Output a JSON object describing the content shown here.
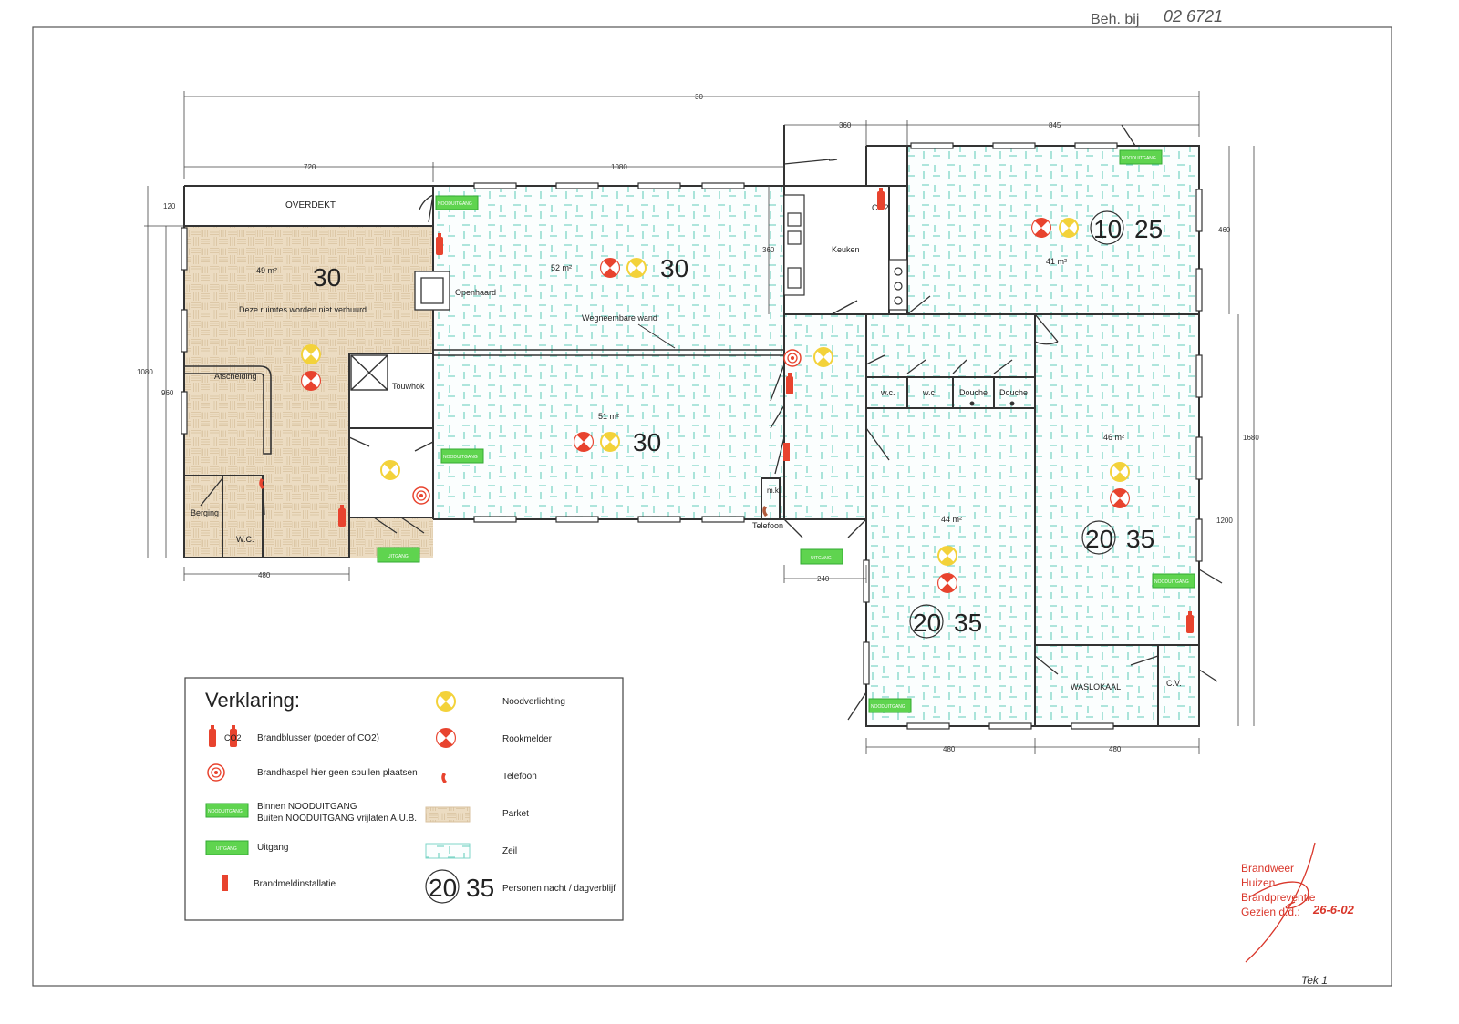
{
  "header": {
    "beh": "Beh. bij",
    "beh_number": "02 6721"
  },
  "dimensions": {
    "total_width": "30",
    "d720": "720",
    "d1080_top": "1080",
    "d360": "360",
    "d845": "845",
    "d120": "120",
    "d1080_left": "1080",
    "d960": "960",
    "d480_left": "480",
    "d240": "240",
    "d360_keuken": "360",
    "d460": "460",
    "d1680": "1680",
    "d1200": "1200",
    "d480_a": "480",
    "d480_b": "480"
  },
  "rooms": {
    "overdekt": "OVERDEKT",
    "parket_area": "49 m²",
    "parket_persons": "30",
    "parket_note": "Deze ruimtes worden niet verhuurd",
    "afscheiding": "Afscheiding",
    "berging": "Berging",
    "wc_left": "W.C.",
    "touwhok": "Touwhok",
    "openhaard": "Openhaard",
    "wegneembare_wand": "Wegneembare wand",
    "room52_area": "52 m²",
    "room52_persons": "30",
    "room51_area": "51 m²",
    "room51_persons": "30",
    "keuken": "Keuken",
    "co2": "CO2",
    "room41_area": "41 m²",
    "room41_night": "10",
    "room41_day": "25",
    "wc1": "w.c.",
    "wc2": "w.c.",
    "douche1": "Douche",
    "douche2": "Douche",
    "mk": "m.k.",
    "telefoon": "Telefoon",
    "room44_area": "44 m²",
    "room44_night": "20",
    "room44_day": "35",
    "room46_area": "46 m²",
    "room46_night": "20",
    "room46_day": "35",
    "waslokaal": "WASLOKAAL",
    "cv": "C.V."
  },
  "signs": {
    "nooduitgang": "NOODUITGANG",
    "uitgang": "UITGANG"
  },
  "legend": {
    "title": "Verklaring:",
    "brandblusser_co2": "CO2",
    "brandblusser": "Brandblusser (poeder of CO2)",
    "brandhaspel": "Brandhaspel hier geen spullen plaatsen",
    "nooduitgang_line1": "Binnen NOODUITGANG",
    "nooduitgang_line2": "Buiten NOODUITGANG vrijlaten A.U.B.",
    "uitgang": "Uitgang",
    "brandmeld": "Brandmeldinstallatie",
    "noodverlichting": "Noodverlichting",
    "rookmelder": "Rookmelder",
    "telefoon": "Telefoon",
    "parket": "Parket",
    "zeil": "Zeil",
    "persons_night": "20",
    "persons_day": "35",
    "persons_label": "Personen nacht / dagverblijf"
  },
  "stamp": {
    "line1": "Brandweer",
    "line2": "Huizen",
    "line3": "Brandpreventie",
    "line4": "Gezien d.d.:",
    "date": "26-6-02"
  },
  "footer": {
    "page": "Tek 1"
  },
  "colors": {
    "red": "#e8432e",
    "yellow": "#f3d23a",
    "green": "#5fd44f",
    "parket": "#ecdcc2",
    "zeil": "#7fd6c8",
    "wall": "#333333"
  }
}
